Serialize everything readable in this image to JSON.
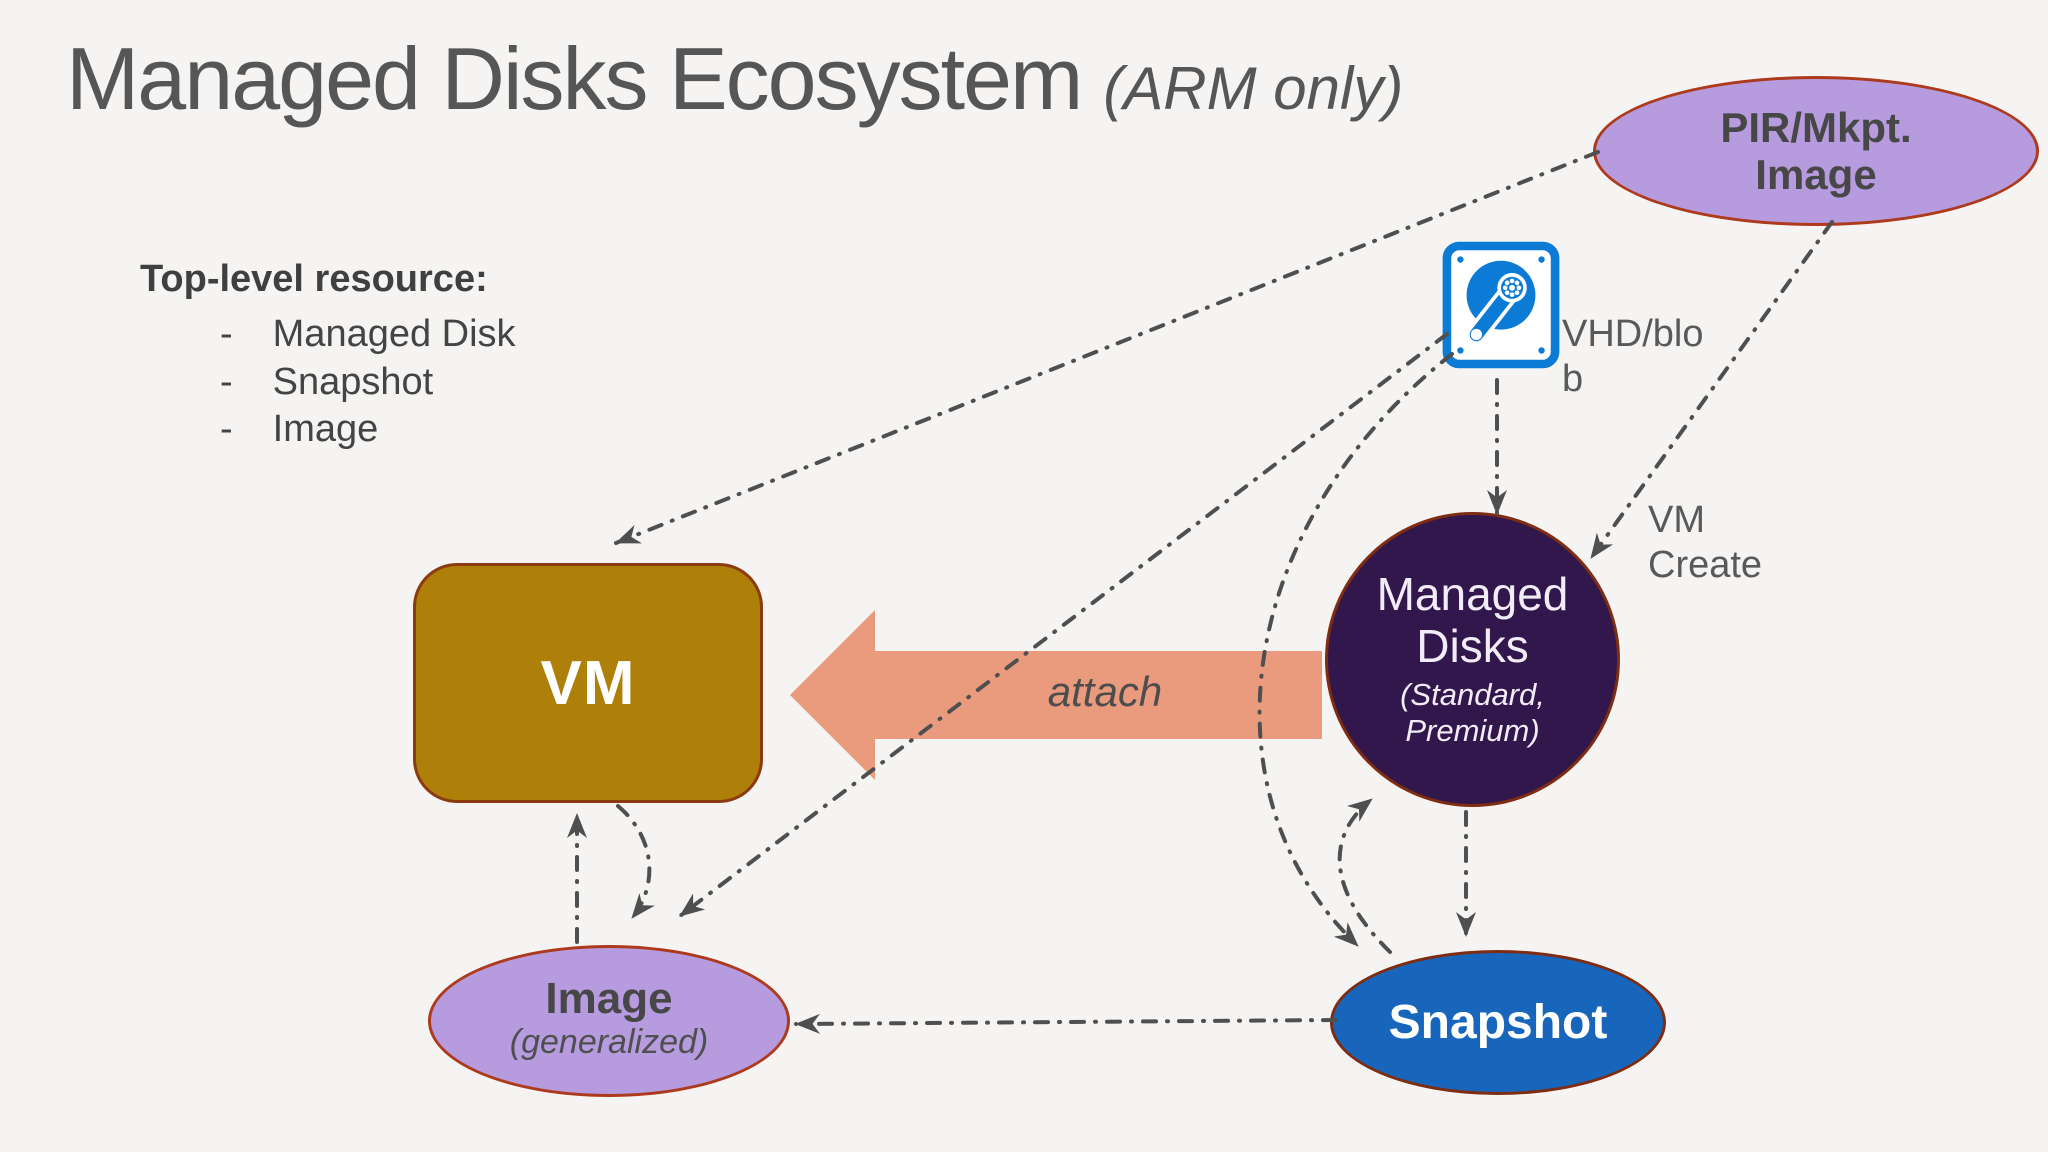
{
  "title": {
    "main": "Managed Disks Ecosystem",
    "suffix": "(ARM only)"
  },
  "top_level": {
    "heading": "Top-level resource:",
    "items": [
      "Managed Disk",
      "Snapshot",
      "Image"
    ]
  },
  "nodes": {
    "pir": {
      "line1": "PIR/Mkpt.",
      "line2": "Image"
    },
    "vhd": {
      "label": "VHD/blob",
      "icon": "hard-disk-icon"
    },
    "vm": {
      "label": "VM"
    },
    "managed_disks": {
      "name": "Managed Disks",
      "sub": "(Standard, Premium)"
    },
    "image": {
      "name": "Image",
      "sub": "(generalized)"
    },
    "snapshot": {
      "label": "Snapshot"
    }
  },
  "edge_labels": {
    "attach": "attach",
    "vm_create": "VM Create"
  },
  "edges": [
    {
      "from": "PIR/Mkpt. Image",
      "to": "VM",
      "style": "dash-dot"
    },
    {
      "from": "PIR/Mkpt. Image",
      "to": "Managed Disks",
      "style": "dash-dot",
      "label": "VM Create"
    },
    {
      "from": "VHD/blob",
      "to": "Managed Disks",
      "style": "dash-dot"
    },
    {
      "from": "VHD/blob",
      "to": "Image",
      "style": "dash-dot"
    },
    {
      "from": "VHD/blob",
      "to": "Snapshot",
      "style": "dash-dot curved"
    },
    {
      "from": "Managed Disks",
      "to": "VM",
      "style": "block-arrow",
      "label": "attach"
    },
    {
      "from": "Managed Disks",
      "to": "Snapshot",
      "style": "dash-dot"
    },
    {
      "from": "Snapshot",
      "to": "Managed Disks",
      "style": "dash-dot curved"
    },
    {
      "from": "Image",
      "to": "VM",
      "style": "dash-dot"
    },
    {
      "from": "VM",
      "to": "Image",
      "style": "dash-dot curved"
    },
    {
      "from": "Snapshot",
      "to": "Image",
      "style": "dash-dot"
    }
  ],
  "colors": {
    "background": "#f5f4f2",
    "line": "#4f4f4f",
    "title_text": "#565656",
    "body_text": "#3f3f3f",
    "vm_fill": "#ae7f09",
    "vm_border": "#8c3a10",
    "purple_ellipse_fill": "#b79bdf",
    "purple_ellipse_border": "#ad3a1c",
    "managed_disks_fill": "#32174d",
    "managed_disks_border": "#7e2c12",
    "snapshot_fill": "#1866bc",
    "attach_arrow": "#ea9b7e",
    "vhd_icon_blue": "#0b7bd6",
    "node_light_text": "#ffffff"
  }
}
